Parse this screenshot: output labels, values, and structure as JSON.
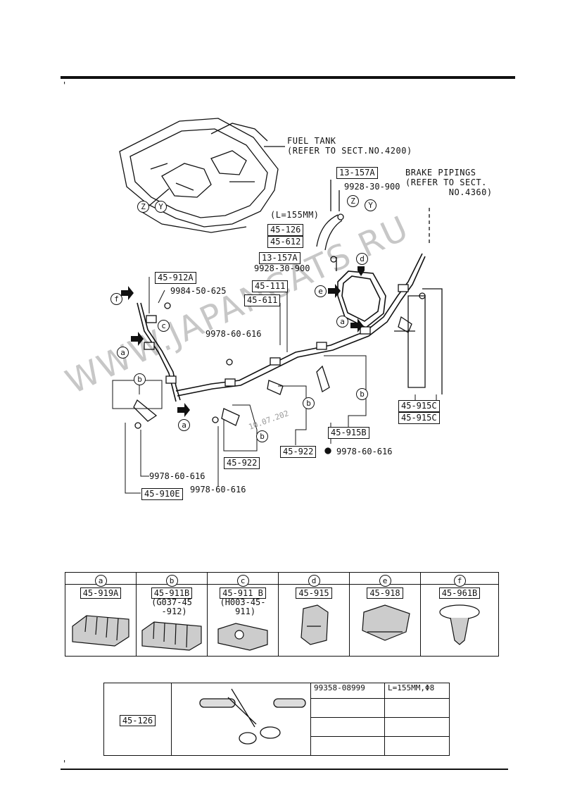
{
  "header_mark": "'",
  "footer_mark": "'",
  "annotations": {
    "fuel_tank": "FUEL TANK\n(REFER TO SECT.NO.4200)",
    "brake_pipings": "BRAKE PIPINGS\n(REFER TO SECT.\n        NO.4360)",
    "length_note": "(L=155MM)"
  },
  "markers": {
    "z": "Z",
    "y": "Y",
    "a": "a",
    "b": "b",
    "c": "c",
    "d": "d",
    "e": "e",
    "f": "f"
  },
  "parts": {
    "p13_157a": "13-157A",
    "p45_126": "45-126",
    "p45_612": "45-612",
    "p45_912a": "45-912A",
    "p45_111": "45-111",
    "p45_611": "45-611",
    "p45_915c": "45-915C",
    "p45_915b": "45-915B",
    "p45_922": "45-922",
    "p45_910e": "45-910E"
  },
  "bolts": {
    "b9928": "9928-30-900",
    "b9984": "9984-50-625",
    "b9978": "9978-60-616"
  },
  "watermark": "WWW.JAPANCATS.RU",
  "date_stamp": "10.07.202",
  "legend": [
    {
      "key": "a",
      "part": "45-919A",
      "note": ""
    },
    {
      "key": "b",
      "part": "45-911B",
      "note": "(G037-45\n -912)"
    },
    {
      "key": "c",
      "part": "45-911 B",
      "note": "(H003-45-\n 911)"
    },
    {
      "key": "d",
      "part": "45-915",
      "note": ""
    },
    {
      "key": "e",
      "part": "45-918",
      "note": ""
    },
    {
      "key": "f",
      "part": "45-961B",
      "note": ""
    }
  ],
  "hose_table": {
    "part": "45-126",
    "code": "99358-08999",
    "spec": "L=155MM,Φ8"
  }
}
